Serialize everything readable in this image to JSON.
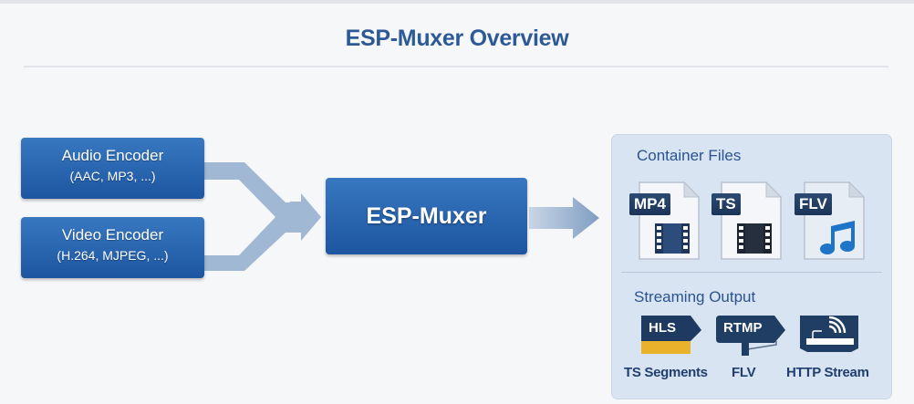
{
  "title": "ESP-Muxer Overview",
  "inputs": [
    {
      "name": "Audio Encoder",
      "formats": "(AAC, MP3, ...)"
    },
    {
      "name": "Video Encoder",
      "formats": "(H.264, MJPEG, ...)"
    }
  ],
  "muxer": {
    "label": "ESP-Muxer"
  },
  "outputs": {
    "container_heading": "Container Files",
    "container_files": [
      {
        "label": "MP4",
        "icon": "film-icon"
      },
      {
        "label": "TS",
        "icon": "film-icon"
      },
      {
        "label": "FLV",
        "icon": "music-note-icon"
      }
    ],
    "streaming_heading": "Streaming Output",
    "streaming": [
      {
        "badge": "HLS",
        "caption": "TS Segments",
        "icon": "hls-tag-icon"
      },
      {
        "badge": "RTMP",
        "caption": "FLV",
        "icon": "rtmp-tag-icon"
      },
      {
        "badge": "",
        "caption": "HTTP Stream",
        "icon": "wireless-router-icon"
      }
    ]
  },
  "colors": {
    "title": "#2d5a97",
    "box": "#2563ad",
    "arrow": "#8fa9c9",
    "panel": "#d8e4f1",
    "badge_dark": "#1f3a60",
    "hls_accent": "#eab12a",
    "music_note": "#1e74c9"
  }
}
